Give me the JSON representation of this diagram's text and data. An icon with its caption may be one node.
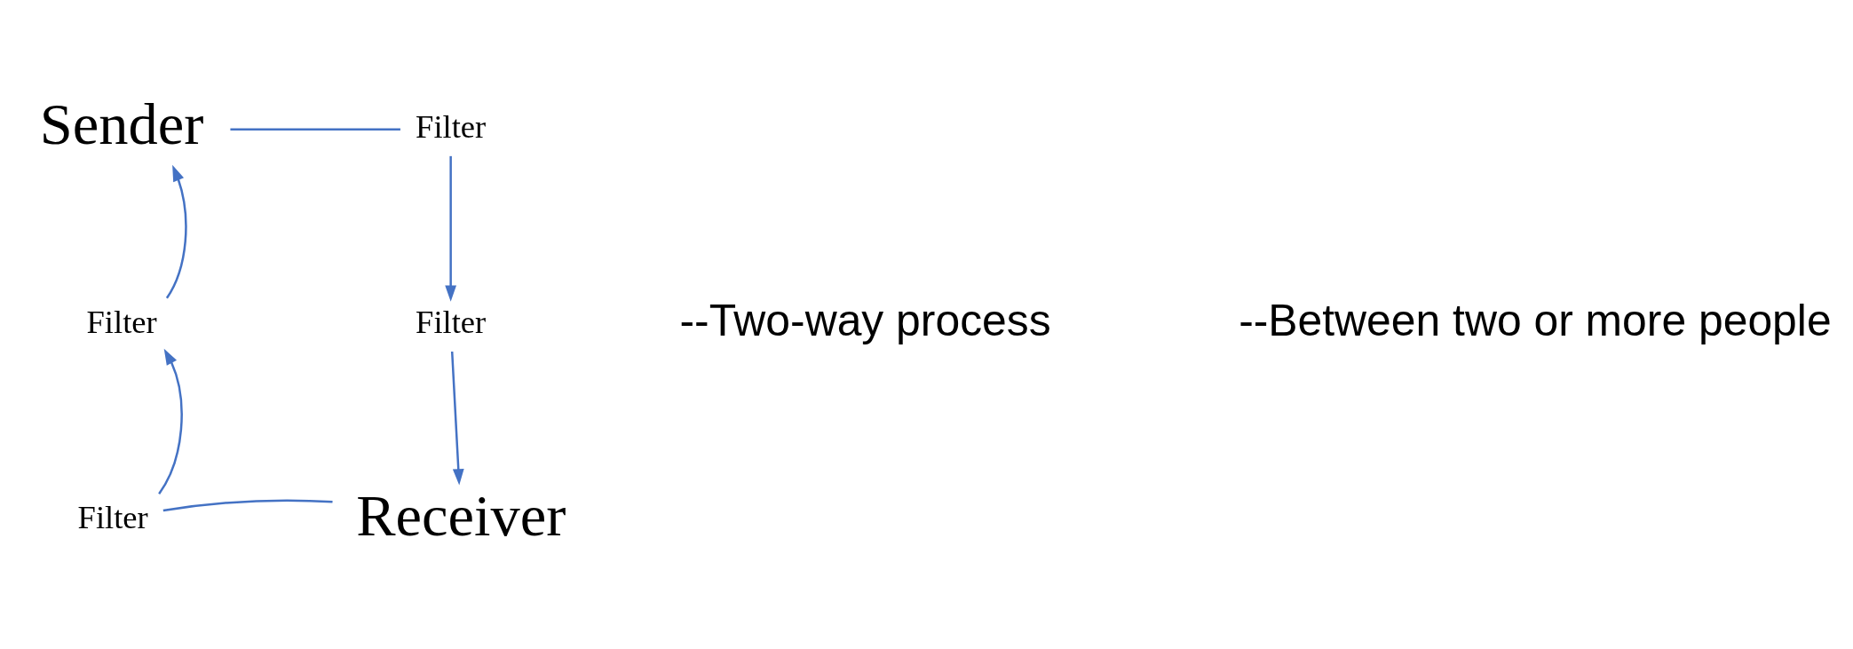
{
  "diagram": {
    "nodes": [
      {
        "text": [
          "Sender"
        ]
      },
      {
        "text": [
          "Filter"
        ]
      },
      {
        "text": [
          "Filter"
        ]
      },
      {
        "text": [
          "Receiver"
        ]
      },
      {
        "text": [
          "Filter"
        ]
      },
      {
        "text": [
          "Filter"
        ]
      }
    ],
    "edges": [
      {
        "from": 0,
        "to": 1,
        "arrow": "none"
      },
      {
        "from": 1,
        "to": 2,
        "arrow": "to"
      },
      {
        "from": 2,
        "to": 3,
        "arrow": "to"
      },
      {
        "from": 3,
        "to": 4,
        "arrow": "none"
      },
      {
        "from": 4,
        "to": 5,
        "arrow": "to"
      },
      {
        "from": 5,
        "to": 0,
        "arrow": "to"
      }
    ],
    "labels": [
      "--Two-way process",
      "--Between two or more people"
    ]
  }
}
